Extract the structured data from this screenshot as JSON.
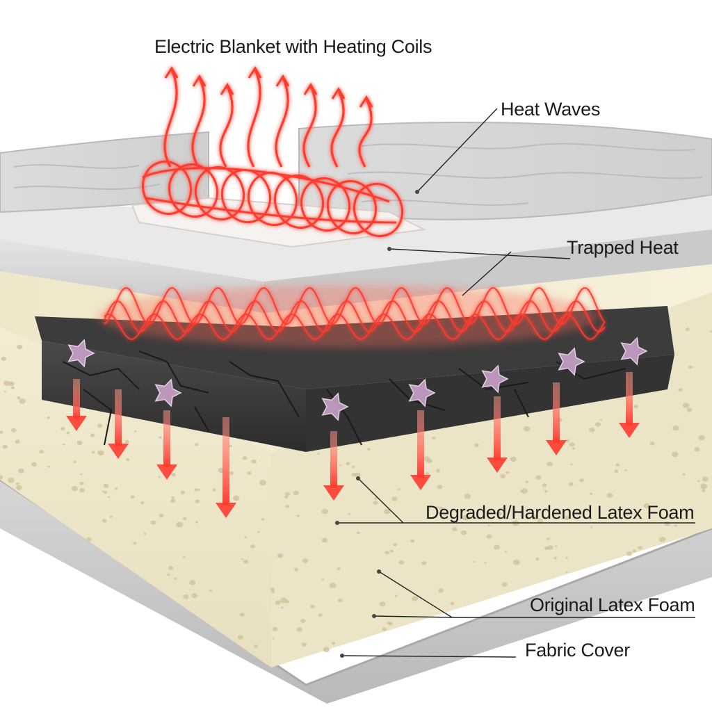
{
  "labels": {
    "title": "Electric Blanket with Heating Coils",
    "heat_waves": "Heat Waves",
    "trapped_heat": "Trapped Heat",
    "degraded_foam": "Degraded/Hardened Latex Foam",
    "original_foam": "Original Latex Foam",
    "fabric_cover": "Fabric Cover"
  },
  "colors": {
    "heat": "#ff3b2f",
    "heat_glow": "#ff8a7a",
    "blanket": "#d9d9d9",
    "foam": "#efe8cc",
    "degraded": "#3a3a3a",
    "cover": "#cfcfcf",
    "crystal": "#c9a2c9"
  }
}
